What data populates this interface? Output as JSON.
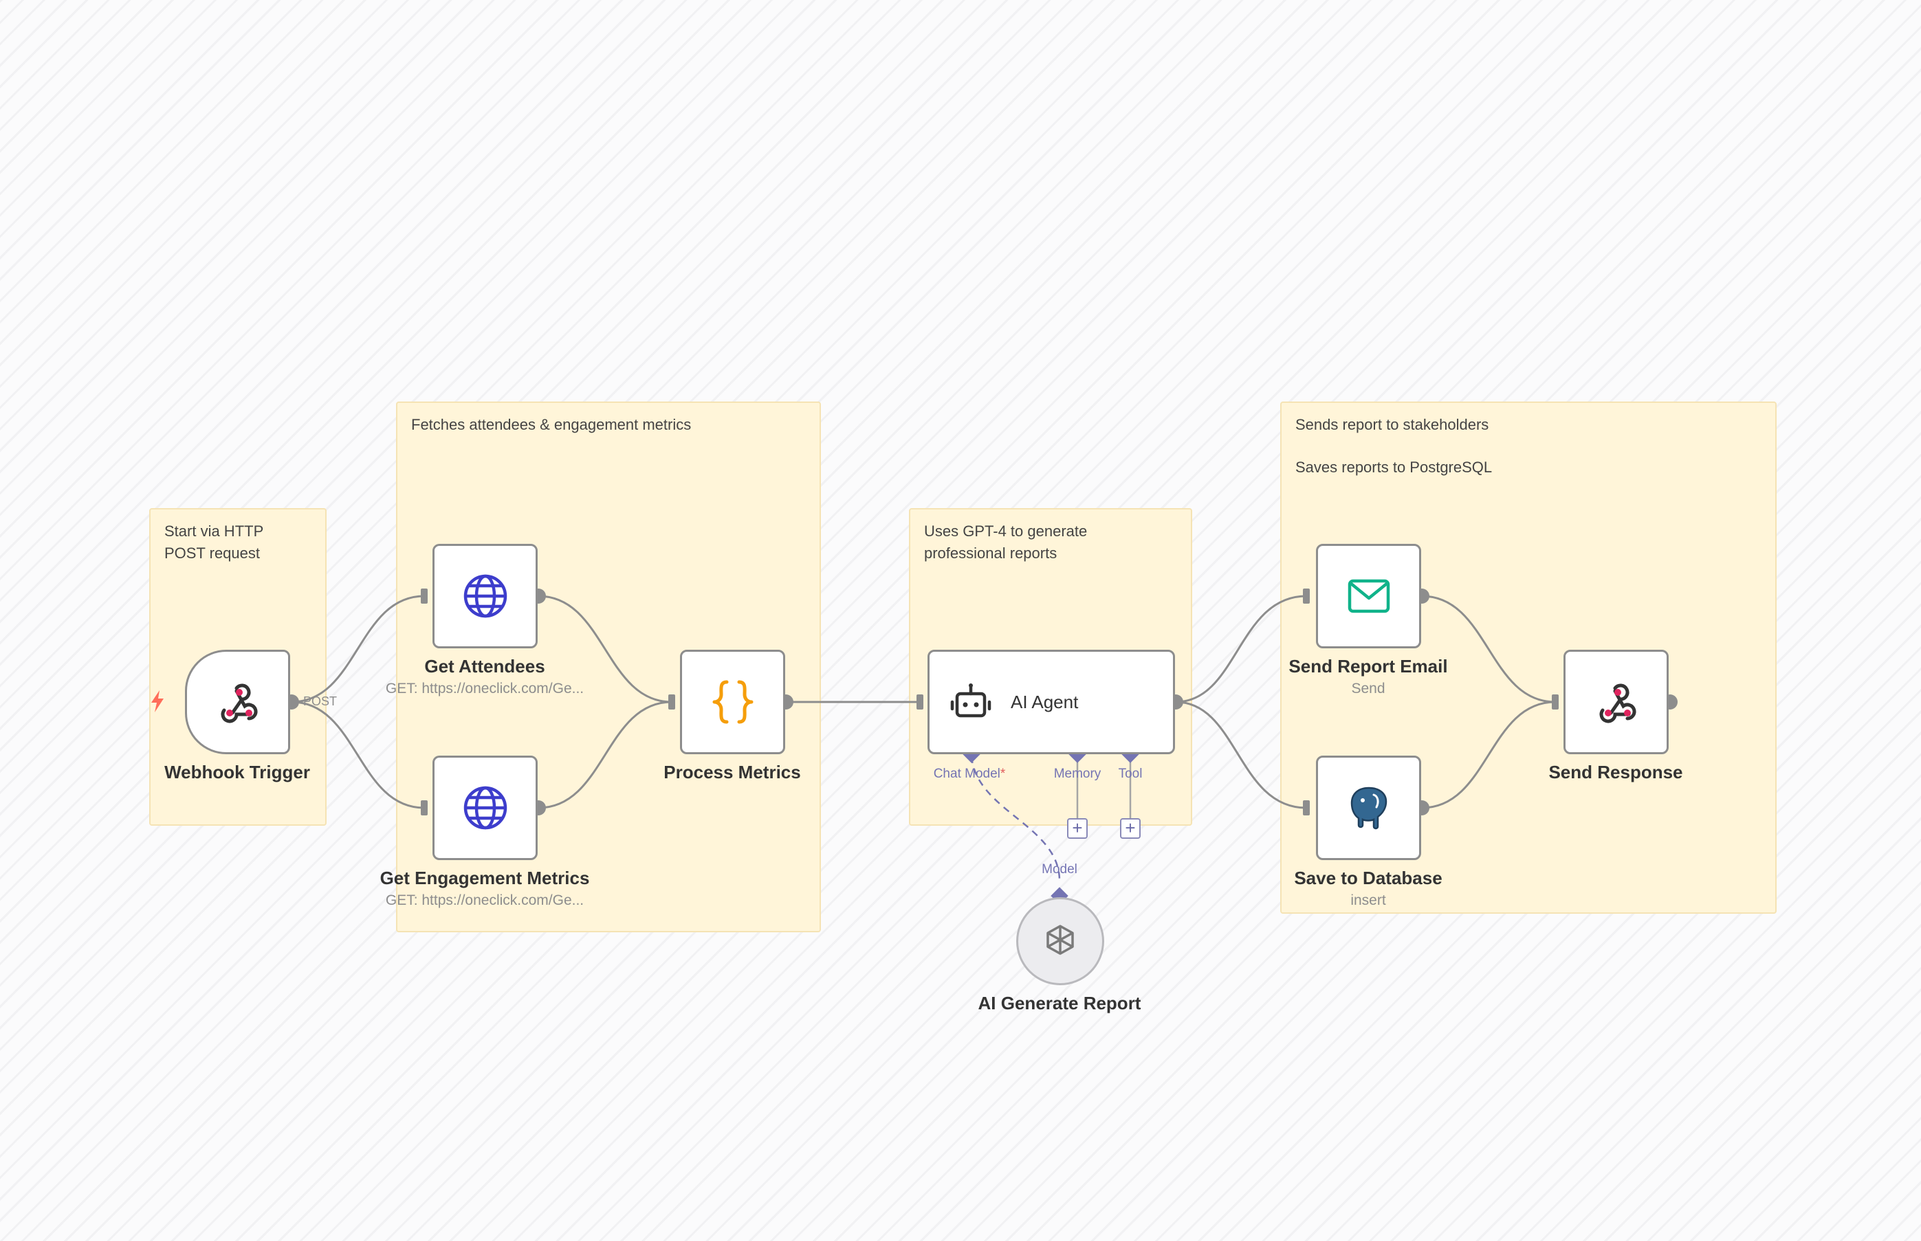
{
  "canvas": {
    "background": "#fbfbfc"
  },
  "stickies": {
    "start": {
      "text": "Start via HTTP\nPOST request"
    },
    "fetch": {
      "text": "Fetches attendees & engagement metrics"
    },
    "ai": {
      "text": "Uses GPT-4 to generate\nprofessional reports"
    },
    "send": {
      "line1": "Sends report to stakeholders",
      "line2": "Saves reports to PostgreSQL"
    }
  },
  "nodes": {
    "webhook_trigger": {
      "label": "Webhook Trigger",
      "icon": "webhook-icon"
    },
    "get_attendees": {
      "label": "Get Attendees",
      "sublabel": "GET: https://oneclick.com/Ge...",
      "icon": "globe-icon"
    },
    "get_engagement": {
      "label": "Get Engagement Metrics",
      "sublabel": "GET: https://oneclick.com/Ge...",
      "icon": "globe-icon"
    },
    "process_metrics": {
      "label": "Process Metrics",
      "icon": "code-braces-icon"
    },
    "ai_agent": {
      "label": "AI Agent",
      "icon": "robot-icon",
      "ports": {
        "chat_model": "Chat Model",
        "chat_model_required": "*",
        "memory": "Memory",
        "tool": "Tool"
      }
    },
    "ai_generate_report": {
      "label": "AI Generate Report",
      "port": "Model",
      "icon": "openai-icon"
    },
    "send_report_email": {
      "label": "Send Report Email",
      "sublabel": "Send",
      "icon": "mail-icon"
    },
    "save_to_database": {
      "label": "Save to Database",
      "sublabel": "insert",
      "icon": "postgres-elephant-icon"
    },
    "send_response": {
      "label": "Send Response",
      "icon": "webhook-icon"
    }
  },
  "edge_labels": {
    "post": "POST"
  },
  "add_buttons": {
    "symbol": "+"
  },
  "colors": {
    "sticky_bg": "#fff5d9",
    "node_border": "#8d8d8d",
    "edge": "#8d8d8d",
    "sub_port": "#7474b3",
    "webhook": "#e0245e",
    "globe": "#3d3dcc",
    "code": "#f59e0b",
    "mail": "#10b38a",
    "postgres": "#336791",
    "trigger_bolt": "#ff6d5a"
  }
}
